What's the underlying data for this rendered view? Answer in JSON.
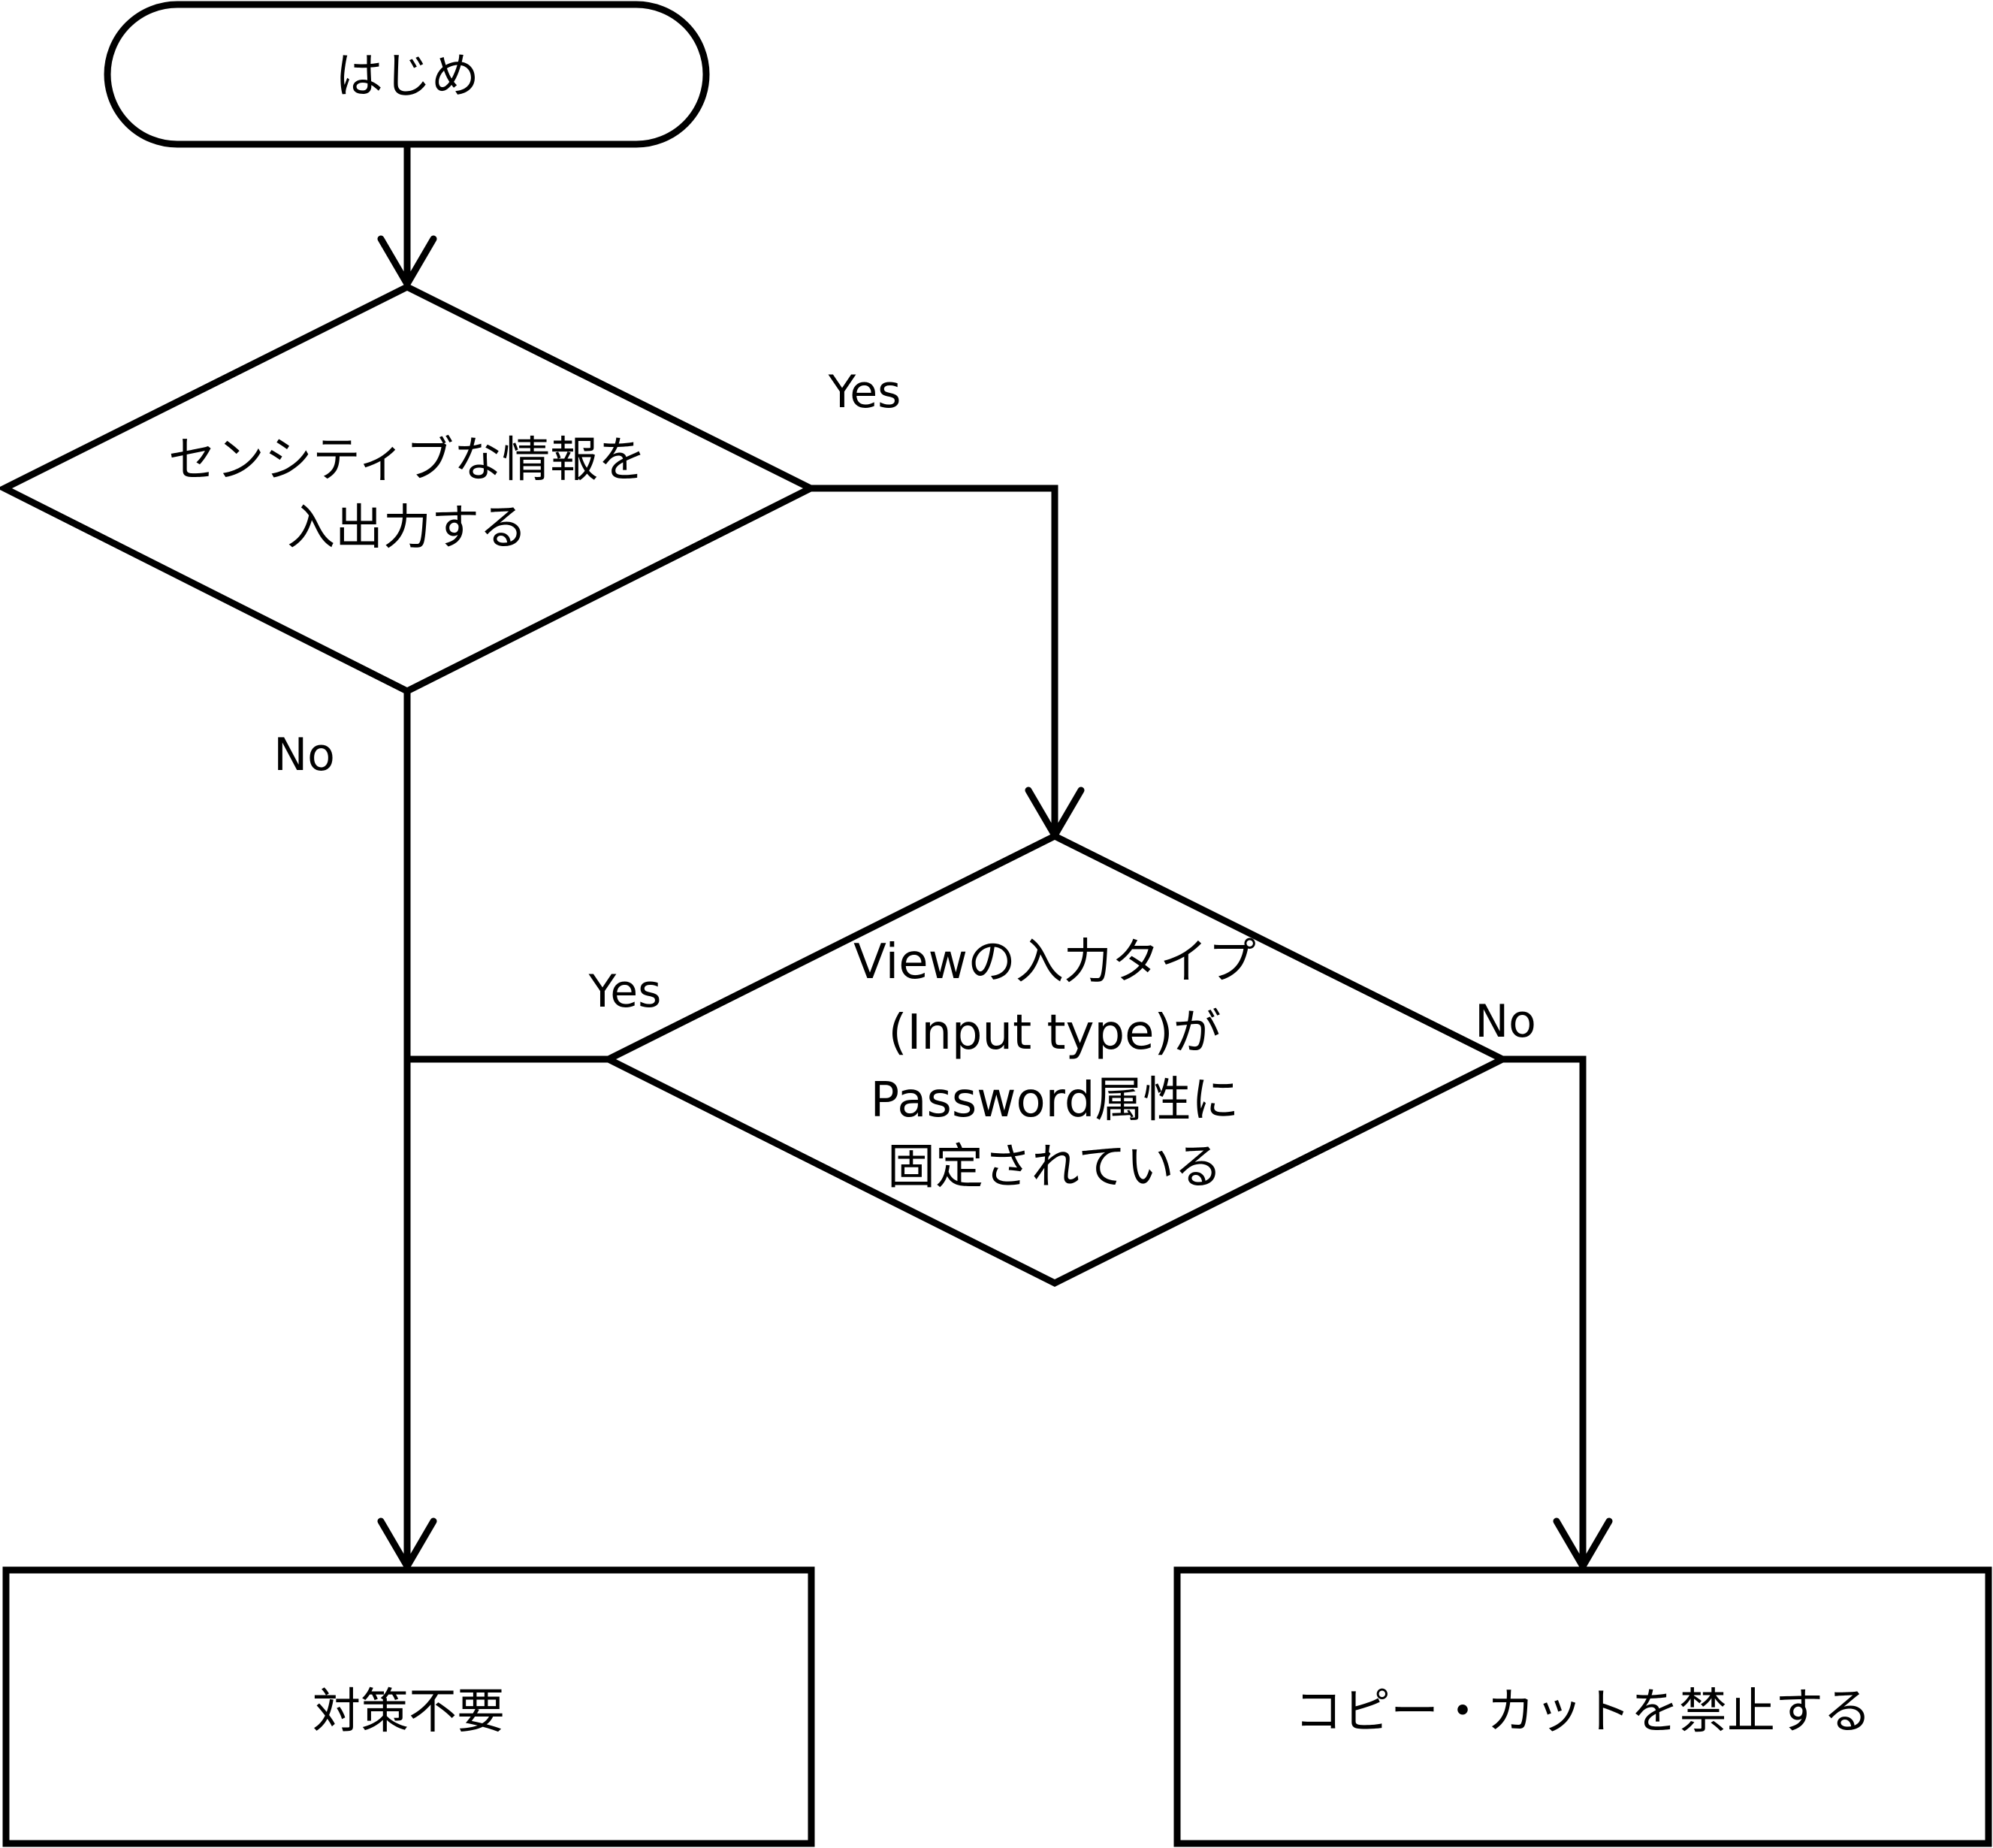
{
  "flowchart": {
    "start": {
      "label": "はじめ"
    },
    "decision_sensitive": {
      "lines": [
        "センシティブな情報を",
        "入出力する"
      ]
    },
    "decision_password": {
      "lines": [
        "Viewの入力タイプ",
        "(Input type)が",
        "Password属性に",
        "固定されている"
      ]
    },
    "end_no_action": {
      "label": "対策不要"
    },
    "end_block_copy": {
      "label": "コピー・カットを禁止する"
    },
    "edge_labels": {
      "sensitive_yes": "Yes",
      "sensitive_no": "No",
      "password_yes": "Yes",
      "password_no": "No"
    }
  }
}
